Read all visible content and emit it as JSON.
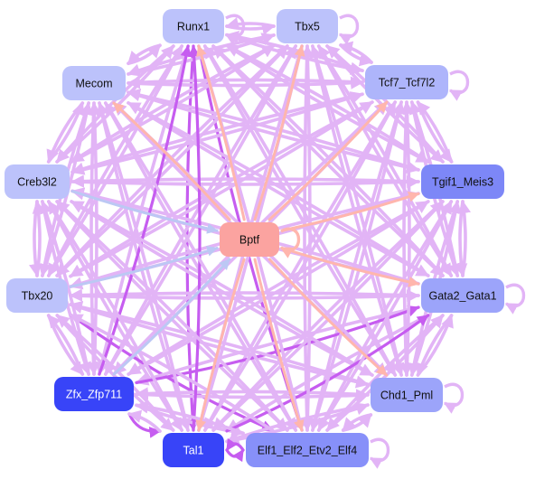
{
  "palette": {
    "edge_default": "#e2b4f6",
    "edge_strong": "#c65df0",
    "edge_hub_out": "#ffb6ad",
    "edge_hub_in": "#bcc8f4"
  },
  "nodes": [
    {
      "id": "Runx1",
      "label": "Runx1",
      "fill": "#bcc2fb",
      "text": "#111111"
    },
    {
      "id": "Tbx5",
      "label": "Tbx5",
      "fill": "#bcc2fb",
      "text": "#111111"
    },
    {
      "id": "Mecom",
      "label": "Mecom",
      "fill": "#bcc2fb",
      "text": "#111111"
    },
    {
      "id": "Tcf7",
      "label": "Tcf7_Tcf7l2",
      "fill": "#aeb5fb",
      "text": "#111111"
    },
    {
      "id": "Creb3l2",
      "label": "Creb3l2",
      "fill": "#bcc2fb",
      "text": "#111111"
    },
    {
      "id": "Tgif1",
      "label": "Tgif1_Meis3",
      "fill": "#7d87f7",
      "text": "#111111"
    },
    {
      "id": "Bptf",
      "label": "Bptf",
      "fill": "#fba3a0",
      "text": "#111111"
    },
    {
      "id": "Tbx20",
      "label": "Tbx20",
      "fill": "#bcc2fb",
      "text": "#111111"
    },
    {
      "id": "Gata2",
      "label": "Gata2_Gata1",
      "fill": "#9ca4fa",
      "text": "#111111"
    },
    {
      "id": "Zfx",
      "label": "Zfx_Zfp711",
      "fill": "#3844f8",
      "text": "#ffffff"
    },
    {
      "id": "Chd1",
      "label": "Chd1_Pml",
      "fill": "#9ca4fa",
      "text": "#111111"
    },
    {
      "id": "Tal1",
      "label": "Tal1",
      "fill": "#3844f8",
      "text": "#ffffff"
    },
    {
      "id": "Elf1",
      "label": "Elf1_Elf2_Etv2_Elf4",
      "fill": "#8790f9",
      "text": "#111111"
    }
  ],
  "self_loops": [
    "Runx1",
    "Tbx5",
    "Tcf7",
    "Bptf",
    "Gata2",
    "Chd1",
    "Elf1"
  ],
  "hub_out": [
    "Runx1",
    "Tbx5",
    "Tcf7",
    "Tgif1",
    "Gata2",
    "Chd1",
    "Elf1",
    "Tal1",
    "Mecom"
  ],
  "hub_in": [
    "Zfx",
    "Tbx20",
    "Creb3l2"
  ],
  "strong_edges": [
    [
      "Zfx",
      "Tal1"
    ],
    [
      "Tal1",
      "Elf1"
    ],
    [
      "Elf1",
      "Tal1"
    ],
    [
      "Zfx",
      "Gata2"
    ],
    [
      "Tal1",
      "Runx1"
    ],
    [
      "Runx1",
      "Tal1"
    ],
    [
      "Runx1",
      "Elf1"
    ],
    [
      "Tbx20",
      "Elf1"
    ],
    [
      "Tal1",
      "Gata2"
    ],
    [
      "Zfx",
      "Runx1"
    ]
  ]
}
